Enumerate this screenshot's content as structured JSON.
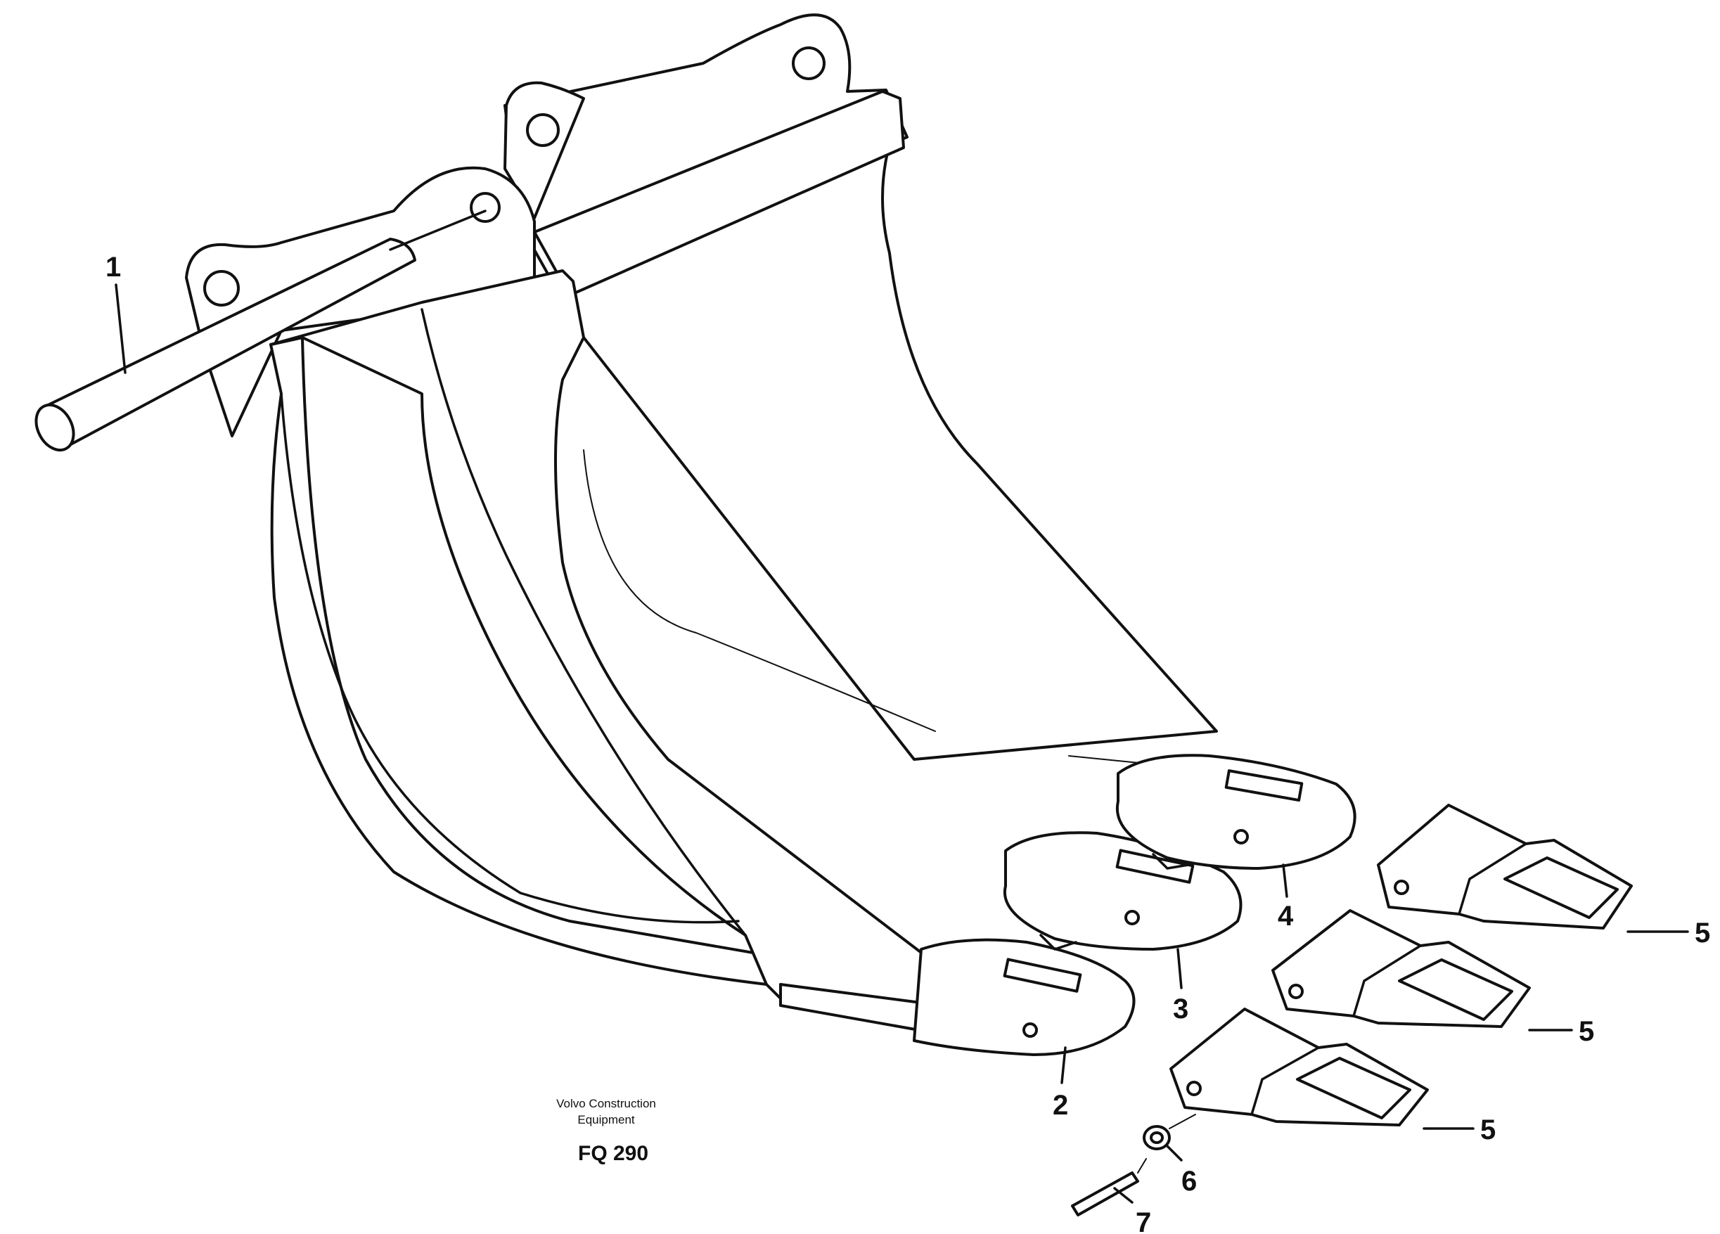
{
  "callouts": {
    "c1": "1",
    "c2": "2",
    "c3": "3",
    "c4": "4",
    "c5a": "5",
    "c5b": "5",
    "c5c": "5",
    "c6": "6",
    "c7": "7"
  },
  "credit": {
    "line1": "Volvo Construction",
    "line2": "Equipment",
    "code": "FQ 290"
  },
  "colors": {
    "ink": "#111111",
    "paper": "#ffffff"
  }
}
